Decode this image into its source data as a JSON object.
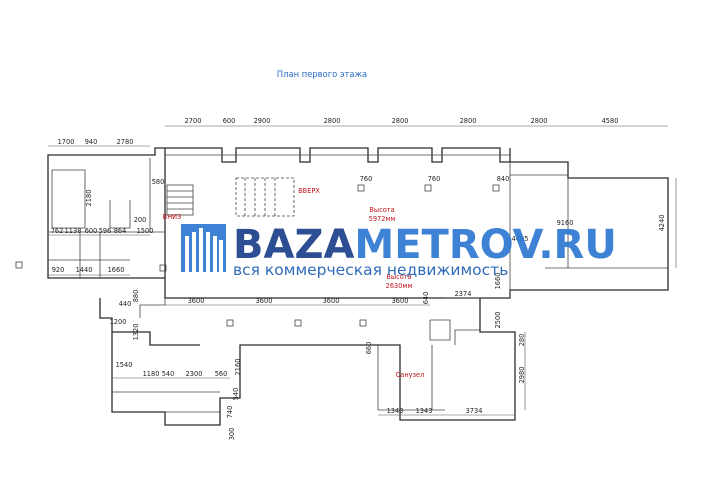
{
  "title": "План первого этажа",
  "top_dims": [
    "2700",
    "600",
    "2900",
    "2800",
    "2800",
    "2800",
    "2800",
    "4580"
  ],
  "left_top_dims": [
    "1700",
    "940",
    "2780"
  ],
  "left_row_dims": [
    "762",
    "1138",
    "600",
    "596",
    "864",
    "1500"
  ],
  "left_bottom_dims": [
    "920",
    "1440",
    "1660"
  ],
  "vertical_dims": [
    "2180",
    "580",
    "200",
    "880",
    "440",
    "1200",
    "1320",
    "1540",
    "2160",
    "540",
    "740",
    "300",
    "280",
    "2980",
    "2500",
    "1660",
    "660",
    "640"
  ],
  "mid_dims": [
    "3600",
    "3600",
    "3600",
    "3600"
  ],
  "lower_dims": [
    "1180",
    "540",
    "2300",
    "560"
  ],
  "right_dims": [
    "2374",
    "4240",
    "9160",
    "840",
    "760",
    "760",
    "4495"
  ],
  "bottom_dims": [
    "1343",
    "1343",
    "3734"
  ],
  "labels": {
    "stair_left": "ВНИЗ",
    "stair_up": "ВВЕРХ",
    "height1_label": "Высота",
    "height1_value": "5972мм",
    "height2_label": "Высота",
    "height2_value": "2630мм",
    "wc": "Санузел"
  },
  "watermark": {
    "brand_part1": "BAZA",
    "brand_part2": "METROV.RU",
    "tagline": "вся коммерческая недвижимость",
    "color_dark": "#1d3f8a",
    "color_light": "#2d78d2"
  }
}
